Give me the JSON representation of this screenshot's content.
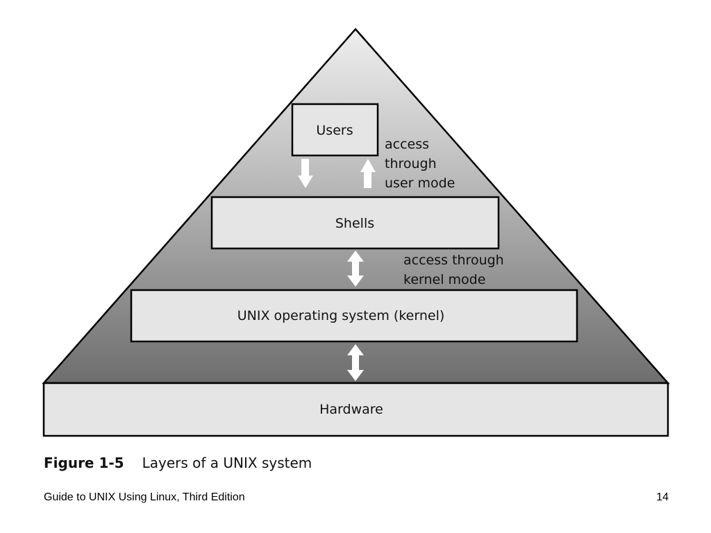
{
  "diagram": {
    "layers": {
      "users": "Users",
      "shells": "Shells",
      "kernel": "UNIX operating system (kernel)",
      "hardware": "Hardware"
    },
    "notes": {
      "user_mode": [
        "access",
        "through",
        "user mode"
      ],
      "kernel_mode": [
        "access through",
        "kernel mode"
      ]
    }
  },
  "caption": {
    "figure_number": "Figure 1-5",
    "text": "Layers of a UNIX system"
  },
  "footer": {
    "book_title": "Guide to UNIX Using Linux, Third Edition",
    "page_number": "14"
  },
  "colors": {
    "pyramid_top": "#eeeeee",
    "pyramid_bottom": "#6e6e6e",
    "box_fill": "#e5e5e5",
    "outline": "#000000"
  }
}
